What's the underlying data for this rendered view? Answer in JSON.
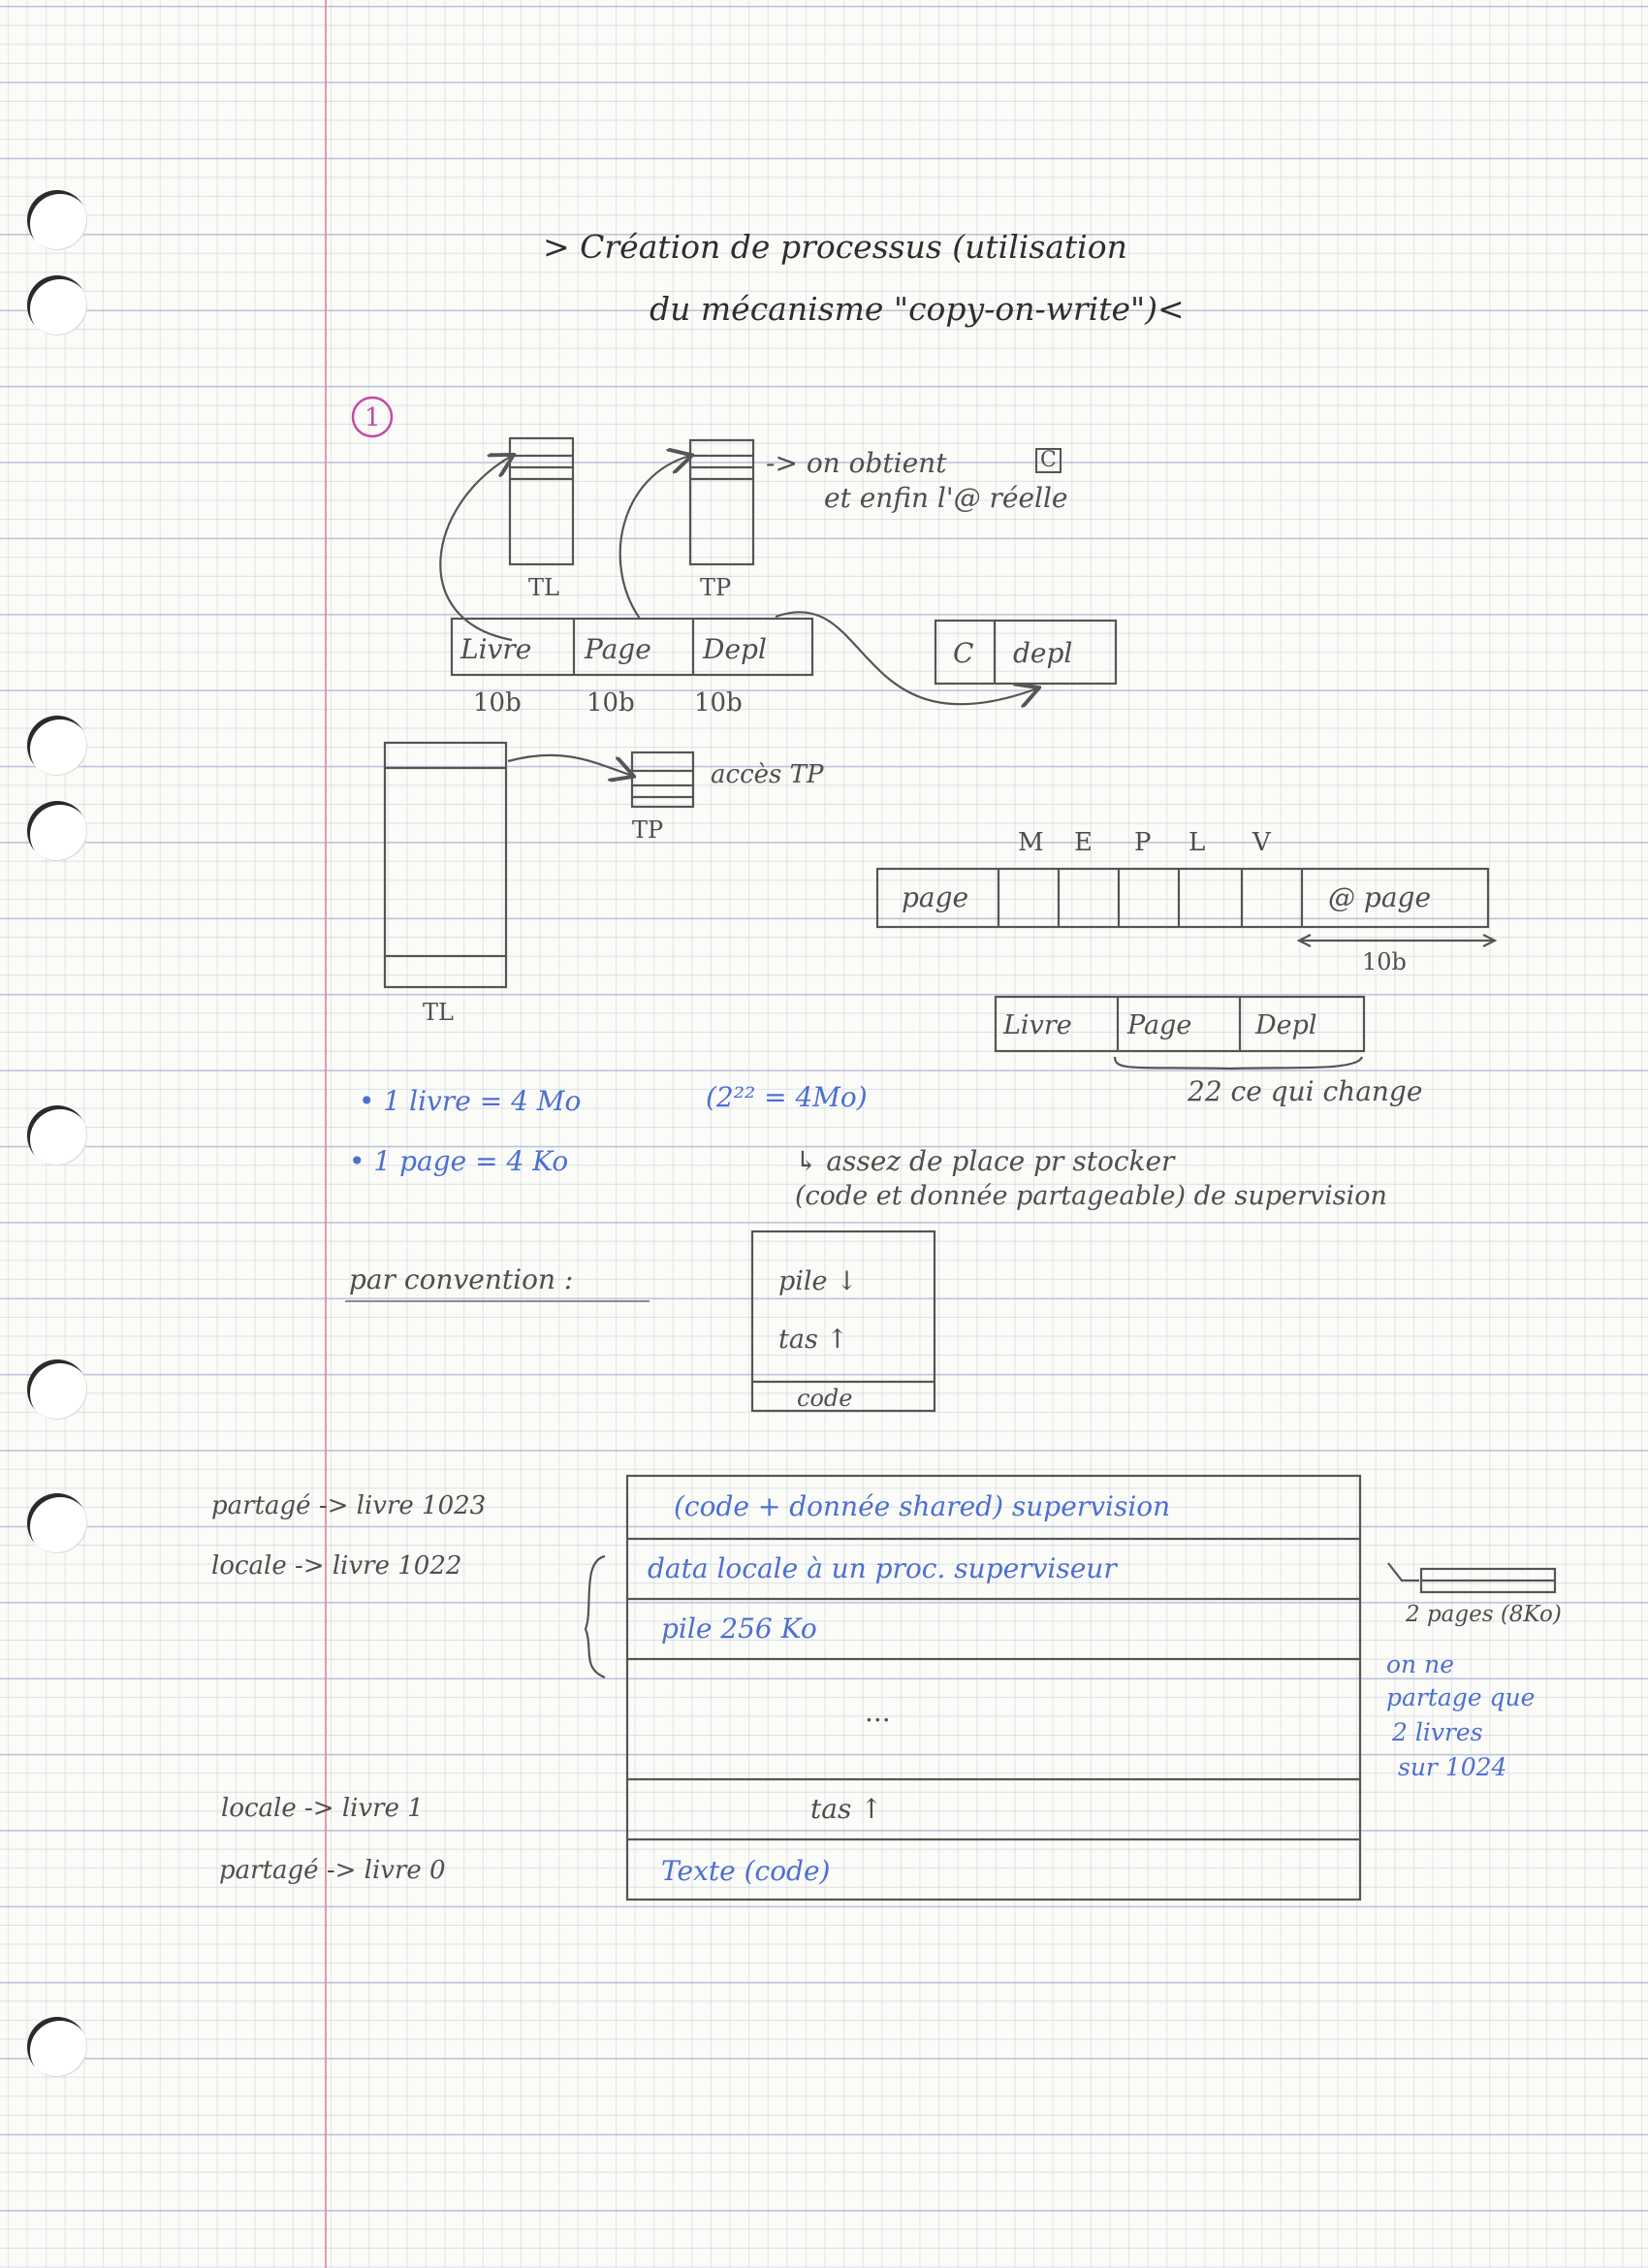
{
  "title": {
    "line1": "> Création de processus (utilisation",
    "line2": "du mécanisme \"copy-on-write\")<"
  },
  "section_number": "1",
  "diagram1": {
    "tl_label": "TL",
    "tp_label": "TP",
    "note_line1": "-> on obtient",
    "note_c": "C",
    "note_line2": "et enfin l'@ réelle",
    "address_fields": [
      "Livre",
      "Page",
      "Depl"
    ],
    "field_sizes": [
      "10b",
      "10b",
      "10b"
    ],
    "result_fields": [
      "C",
      "depl"
    ]
  },
  "diagram2": {
    "tl_label": "TL",
    "tp_label": "TP",
    "access_label": "accès TP",
    "bit_labels": [
      "M",
      "E",
      "P",
      "L",
      "V"
    ],
    "page_entry_first": "page",
    "page_entry_last": "@ page",
    "page_entry_size": "10b",
    "address_fields": [
      "Livre",
      "Page",
      "Depl"
    ],
    "change_note": "22 ce qui change"
  },
  "notes": {
    "livre": "• 1 livre = 4 Mo",
    "livre_formula": "(2²² = 4Mo)",
    "page": "• 1 page = 4 Ko",
    "space_line1": "↳ assez de place pr stocker",
    "space_line2": "(code et donnée partageable) de supervision"
  },
  "convention": {
    "label": "par convention :",
    "rows": [
      "pile ↓",
      "tas ↑",
      "code"
    ]
  },
  "memory_map": {
    "rows": [
      "(code + donnée shared) supervision",
      "data locale à un proc. superviseur",
      "pile 256 Ko",
      "...",
      "tas ↑",
      "Texte (code)"
    ],
    "left_labels": [
      "partagé -> livre 1023",
      "locale -> livre 1022",
      "locale -> livre 1",
      "partagé -> livre 0"
    ],
    "side_arrow_note": "2 pages (8Ko)",
    "side_note_lines": [
      "on ne",
      "partage que",
      "2 livres",
      "sur 1024"
    ]
  }
}
